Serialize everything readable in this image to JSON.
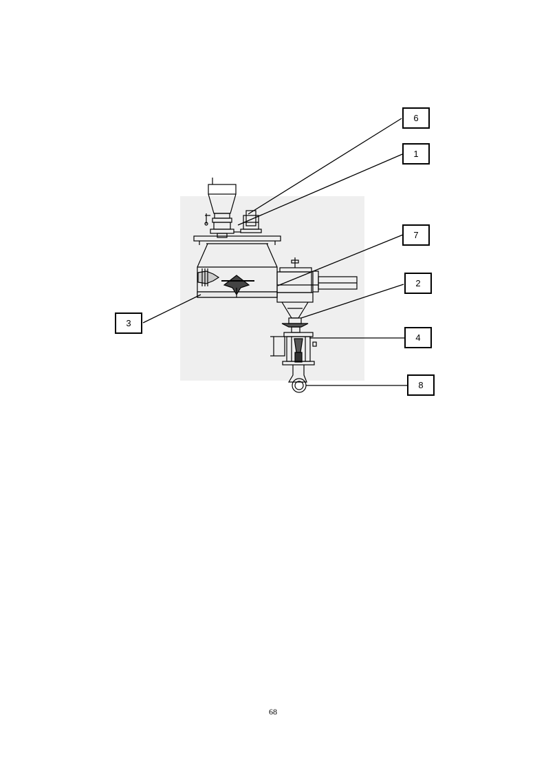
{
  "callouts": {
    "c6": "6",
    "c1": "1",
    "c7": "7",
    "c2": "2",
    "c3": "3",
    "c4": "4",
    "c8": "8"
  },
  "page_number": "68",
  "colors": {
    "ink": "#000000",
    "shade": "#e9e9e9",
    "paper": "#ffffff"
  }
}
